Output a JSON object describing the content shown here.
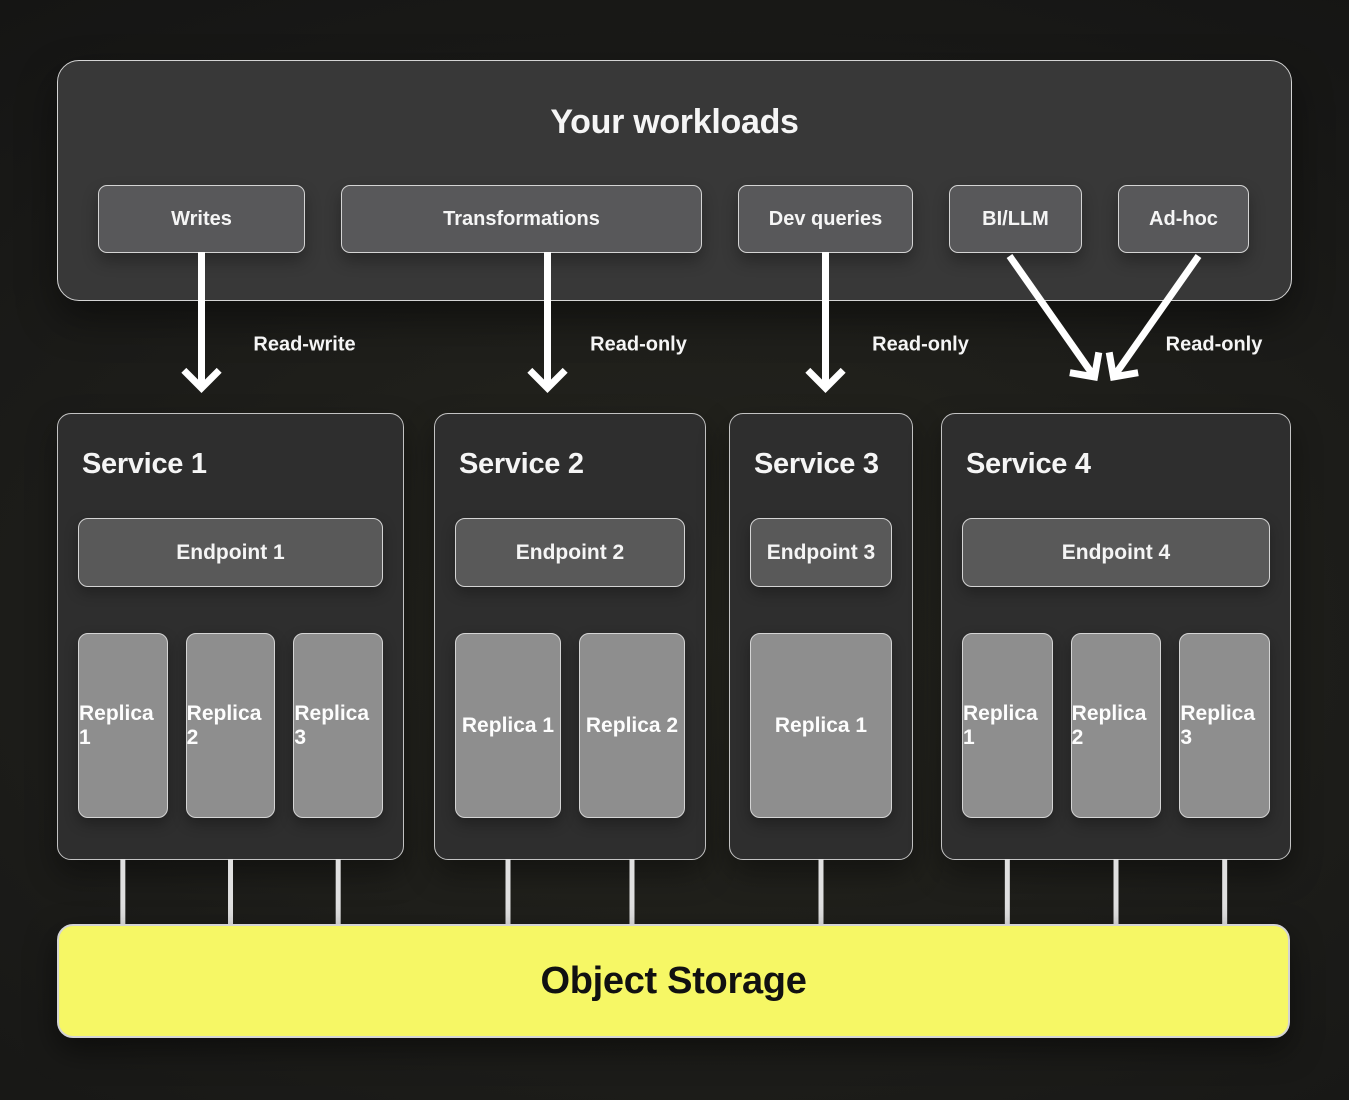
{
  "workloads_panel": {
    "title": "Your workloads",
    "buttons": [
      "Writes",
      "Transformations",
      "Dev queries",
      "BI/LLM",
      "Ad-hoc"
    ]
  },
  "flows": [
    {
      "label": "Read-write"
    },
    {
      "label": "Read-only"
    },
    {
      "label": "Read-only"
    },
    {
      "label": "Read-only"
    }
  ],
  "services": [
    {
      "title": "Service 1",
      "endpoint": "Endpoint 1",
      "replicas": [
        "Replica 1",
        "Replica 2",
        "Replica 3"
      ]
    },
    {
      "title": "Service 2",
      "endpoint": "Endpoint 2",
      "replicas": [
        "Replica 1",
        "Replica 2"
      ]
    },
    {
      "title": "Service 3",
      "endpoint": "Endpoint 3",
      "replicas": [
        "Replica 1"
      ]
    },
    {
      "title": "Service 4",
      "endpoint": "Endpoint 4",
      "replicas": [
        "Replica 1",
        "Replica 2",
        "Replica 3"
      ]
    }
  ],
  "storage": {
    "label": "Object Storage"
  },
  "colors": {
    "bg_center": "#26261f",
    "bg_mid": "#1c1c19",
    "bg_edge": "#121212",
    "panel": "#383838",
    "button": "#58585a",
    "service": "#2e2e2e",
    "endpoint": "#595959",
    "replica": "#8e8e8e",
    "yellow": "#f6f765",
    "storage_text": "#111111",
    "text": "#f5f5f5",
    "arrow": "#ffffff",
    "connector": "#e0e0e0",
    "border_light": "#d4d4d4",
    "border_mid": "#c3c3c3"
  }
}
